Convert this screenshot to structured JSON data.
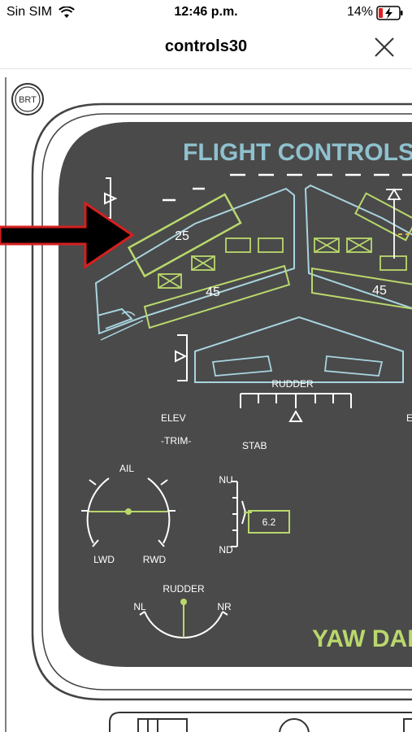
{
  "status_bar": {
    "carrier": "Sin SIM",
    "time": "12:46 p.m.",
    "battery": "14%"
  },
  "header": {
    "title": "controls30"
  },
  "diagram": {
    "badge": "BRT",
    "panel_title": "FLIGHT CONTROLS",
    "left_flap_value": "25",
    "left_slat_value": "45",
    "right_slat_value": "45",
    "rudder_label": "RUDDER",
    "elev_label": "ELEV",
    "trim_label": "-TRIM-",
    "stab_label": "STAB",
    "ail_label": "AIL",
    "lwd_label": "LWD",
    "rwd_label": "RWD",
    "nu_label": "NU",
    "nd_label": "ND",
    "stab_value": "6.2",
    "rudder_gauge_label": "RUDDER",
    "nl_label": "NL",
    "nr_label": "NR",
    "yaw_damper_text": "YAW DAN"
  },
  "colors": {
    "panel": "#4a4a4a",
    "accent_blue": "#8fc1cf",
    "accent_green": "#b9d86c",
    "arrow_red": "#d61f1f",
    "line_pale": "#a8d4df"
  }
}
